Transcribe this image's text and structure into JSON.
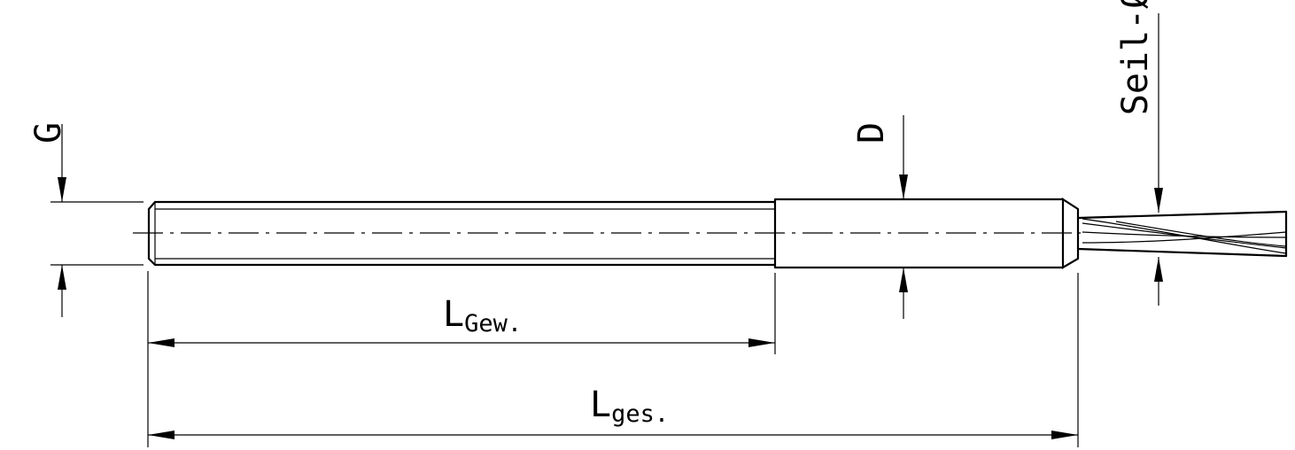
{
  "labels": {
    "thread_diameter": "G",
    "body_diameter": "D",
    "rope_diameter": "Seil-Ø",
    "thread_length_main": "L",
    "thread_length_sub": "Gew.",
    "total_length_main": "L",
    "total_length_sub": "ges."
  }
}
